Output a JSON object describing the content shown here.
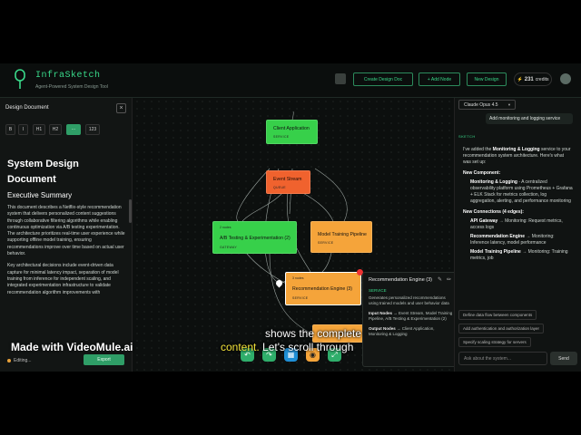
{
  "header": {
    "title": "InfraSketch",
    "subtitle": "Agent-Powered System Design Tool",
    "buttons": [
      "Create Design Doc",
      "+ Add Node",
      "New Design"
    ],
    "credits_value": "231",
    "credits_label": "credits"
  },
  "doc_panel": {
    "heading": "Design Document",
    "format_buttons": [
      "B",
      "I",
      "H1",
      "H2",
      "···",
      "123"
    ],
    "title": "System Design Document",
    "section": "Executive Summary",
    "paragraph1": "This document describes a Netflix-style recommendation system that delivers personalized content suggestions through collaborative filtering algorithms while enabling continuous optimization via A/B testing experimentation. The architecture prioritizes real-time user experience while supporting offline model training, ensuring recommendations improve over time based on actual user behavior.",
    "paragraph2": "Key architectural decisions include event-driven data capture for minimal latency impact, separation of model training from inference for independent scaling, and integrated experimentation infrastructure to validate recommendation algorithm improvements with",
    "status": "Editing...",
    "export_label": "Export"
  },
  "nodes": [
    {
      "id": "client",
      "title": "Client Application",
      "kind": "SERVICE",
      "color": "#37d04a"
    },
    {
      "id": "stream",
      "title": "Event Stream",
      "kind": "QUEUE",
      "color": "#f0622e"
    },
    {
      "id": "ab",
      "title": "A/B Testing & Experimentation (2)",
      "kind": "GATEWAY",
      "meta": "2 nodes",
      "color": "#37d04a"
    },
    {
      "id": "training",
      "title": "Model Training Pipeline",
      "kind": "SERVICE",
      "color": "#f5a43a"
    },
    {
      "id": "rec",
      "title": "Recommendation Engine (3)",
      "kind": "SERVICE",
      "meta": "3 nodes",
      "color": "#f5a43a"
    },
    {
      "id": "mon",
      "title": "Monitoring & Logging",
      "color": "#f5a43a"
    }
  ],
  "detail": {
    "title": "Recommendation Engine (3)",
    "kind": "SERVICE",
    "description": "Generates personalized recommendations using trained models and user behavior data",
    "input_label": "Input Nodes",
    "input_text": "Event Stream, Model Training Pipeline, A/B Testing & Experimentation (2)",
    "output_label": "Output Nodes",
    "output_text": "Client Application, Monitoring & Logging"
  },
  "chat": {
    "model": "Claude Opus 4.5",
    "user_message": "Add monitoring and logging service",
    "tag": "SKETCH",
    "intro_pre": "I've added the ",
    "intro_bold": "Monitoring & Logging",
    "intro_post": " service to your recommendation system architecture. Here's what was set up:",
    "new_component": "New Component:",
    "comp_bold": "Monitoring & Logging",
    "comp_text": " - A centralized observability platform using Prometheus + Grafana + ELK Stack for metrics collection, log aggregation, alerting, and performance monitoring",
    "new_connections": "New Connections (4 edges):",
    "c1_bold": "API Gateway",
    "c1_text": " → Monitoring: Request metrics, access logs",
    "c2_bold": "Recommendation Engine",
    "c2_text": " → Monitoring: Inference latency, model performance",
    "c3_bold": "Model Training Pipeline",
    "c3_text": " → Monitoring: Training metrics, job",
    "suggestions": [
      "Define data flow between components",
      "Add authentication and authorization layer",
      "Specify scaling strategy for servers"
    ],
    "ask_placeholder": "Ask about the system...",
    "send_label": "Send"
  },
  "overlay": {
    "caption_line1": "shows the complete",
    "caption_hl": "content.",
    "caption_rest": " Let's scroll through",
    "watermark": "Made with VideoMule.ai"
  }
}
